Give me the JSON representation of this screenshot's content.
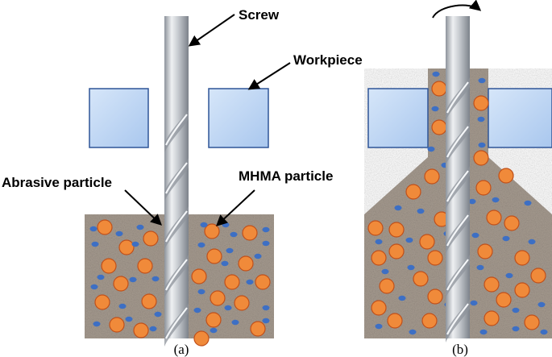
{
  "labels": {
    "screw": "Screw",
    "workpiece": "Workpiece",
    "abrasive": "Abrasive particle",
    "mhma": "MHMA particle"
  },
  "captions": {
    "a": "(a)",
    "b": "(b)"
  },
  "colors": {
    "medium_base": "#a69b90",
    "workpiece_fill": "#bcd6f4",
    "workpiece_stroke": "#2f5597",
    "mhma_fill": "#f08a3a",
    "mhma_stroke": "#c0501a",
    "abrasive_fill": "#3d6fc4",
    "screw_light": "#e2e5e9",
    "screw_dark": "#8d939b"
  },
  "icons": {
    "rotation": "clockwise-rotation-arrow-icon"
  }
}
